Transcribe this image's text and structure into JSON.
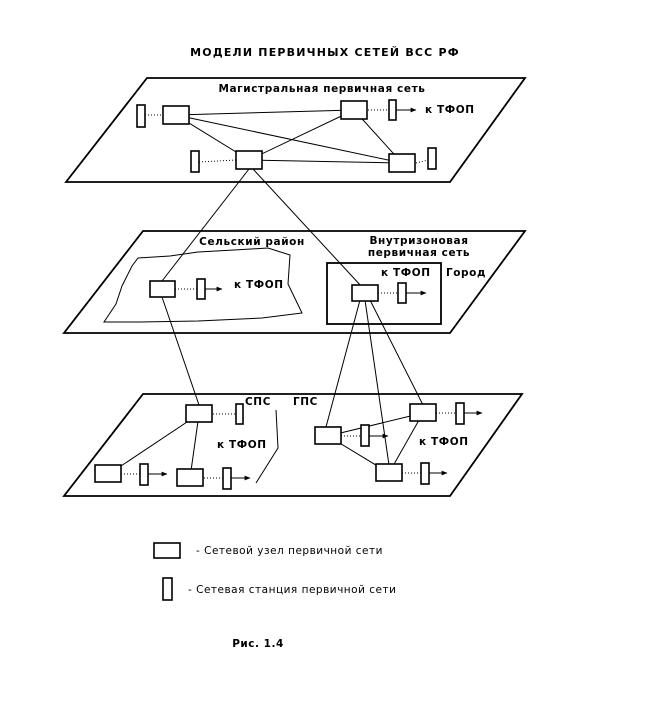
{
  "title": "МОДЕЛИ ПЕРВИЧНЫХ СЕТЕЙ ВСС РФ",
  "levels": {
    "backbone": "Магистральная первичная сеть",
    "rural": "Сельский район",
    "intrazonal_line1": "Внутризоновая",
    "intrazonal_line2": "первичная сеть",
    "city": "Город",
    "sps": "СПС",
    "gps": "ГПС"
  },
  "to_pstn": "к ТФОП",
  "legend": {
    "node": "- Сетевой узел первичной сети",
    "station": "- Сетевая станция первичной сети"
  },
  "caption": "Рис. 1.4"
}
